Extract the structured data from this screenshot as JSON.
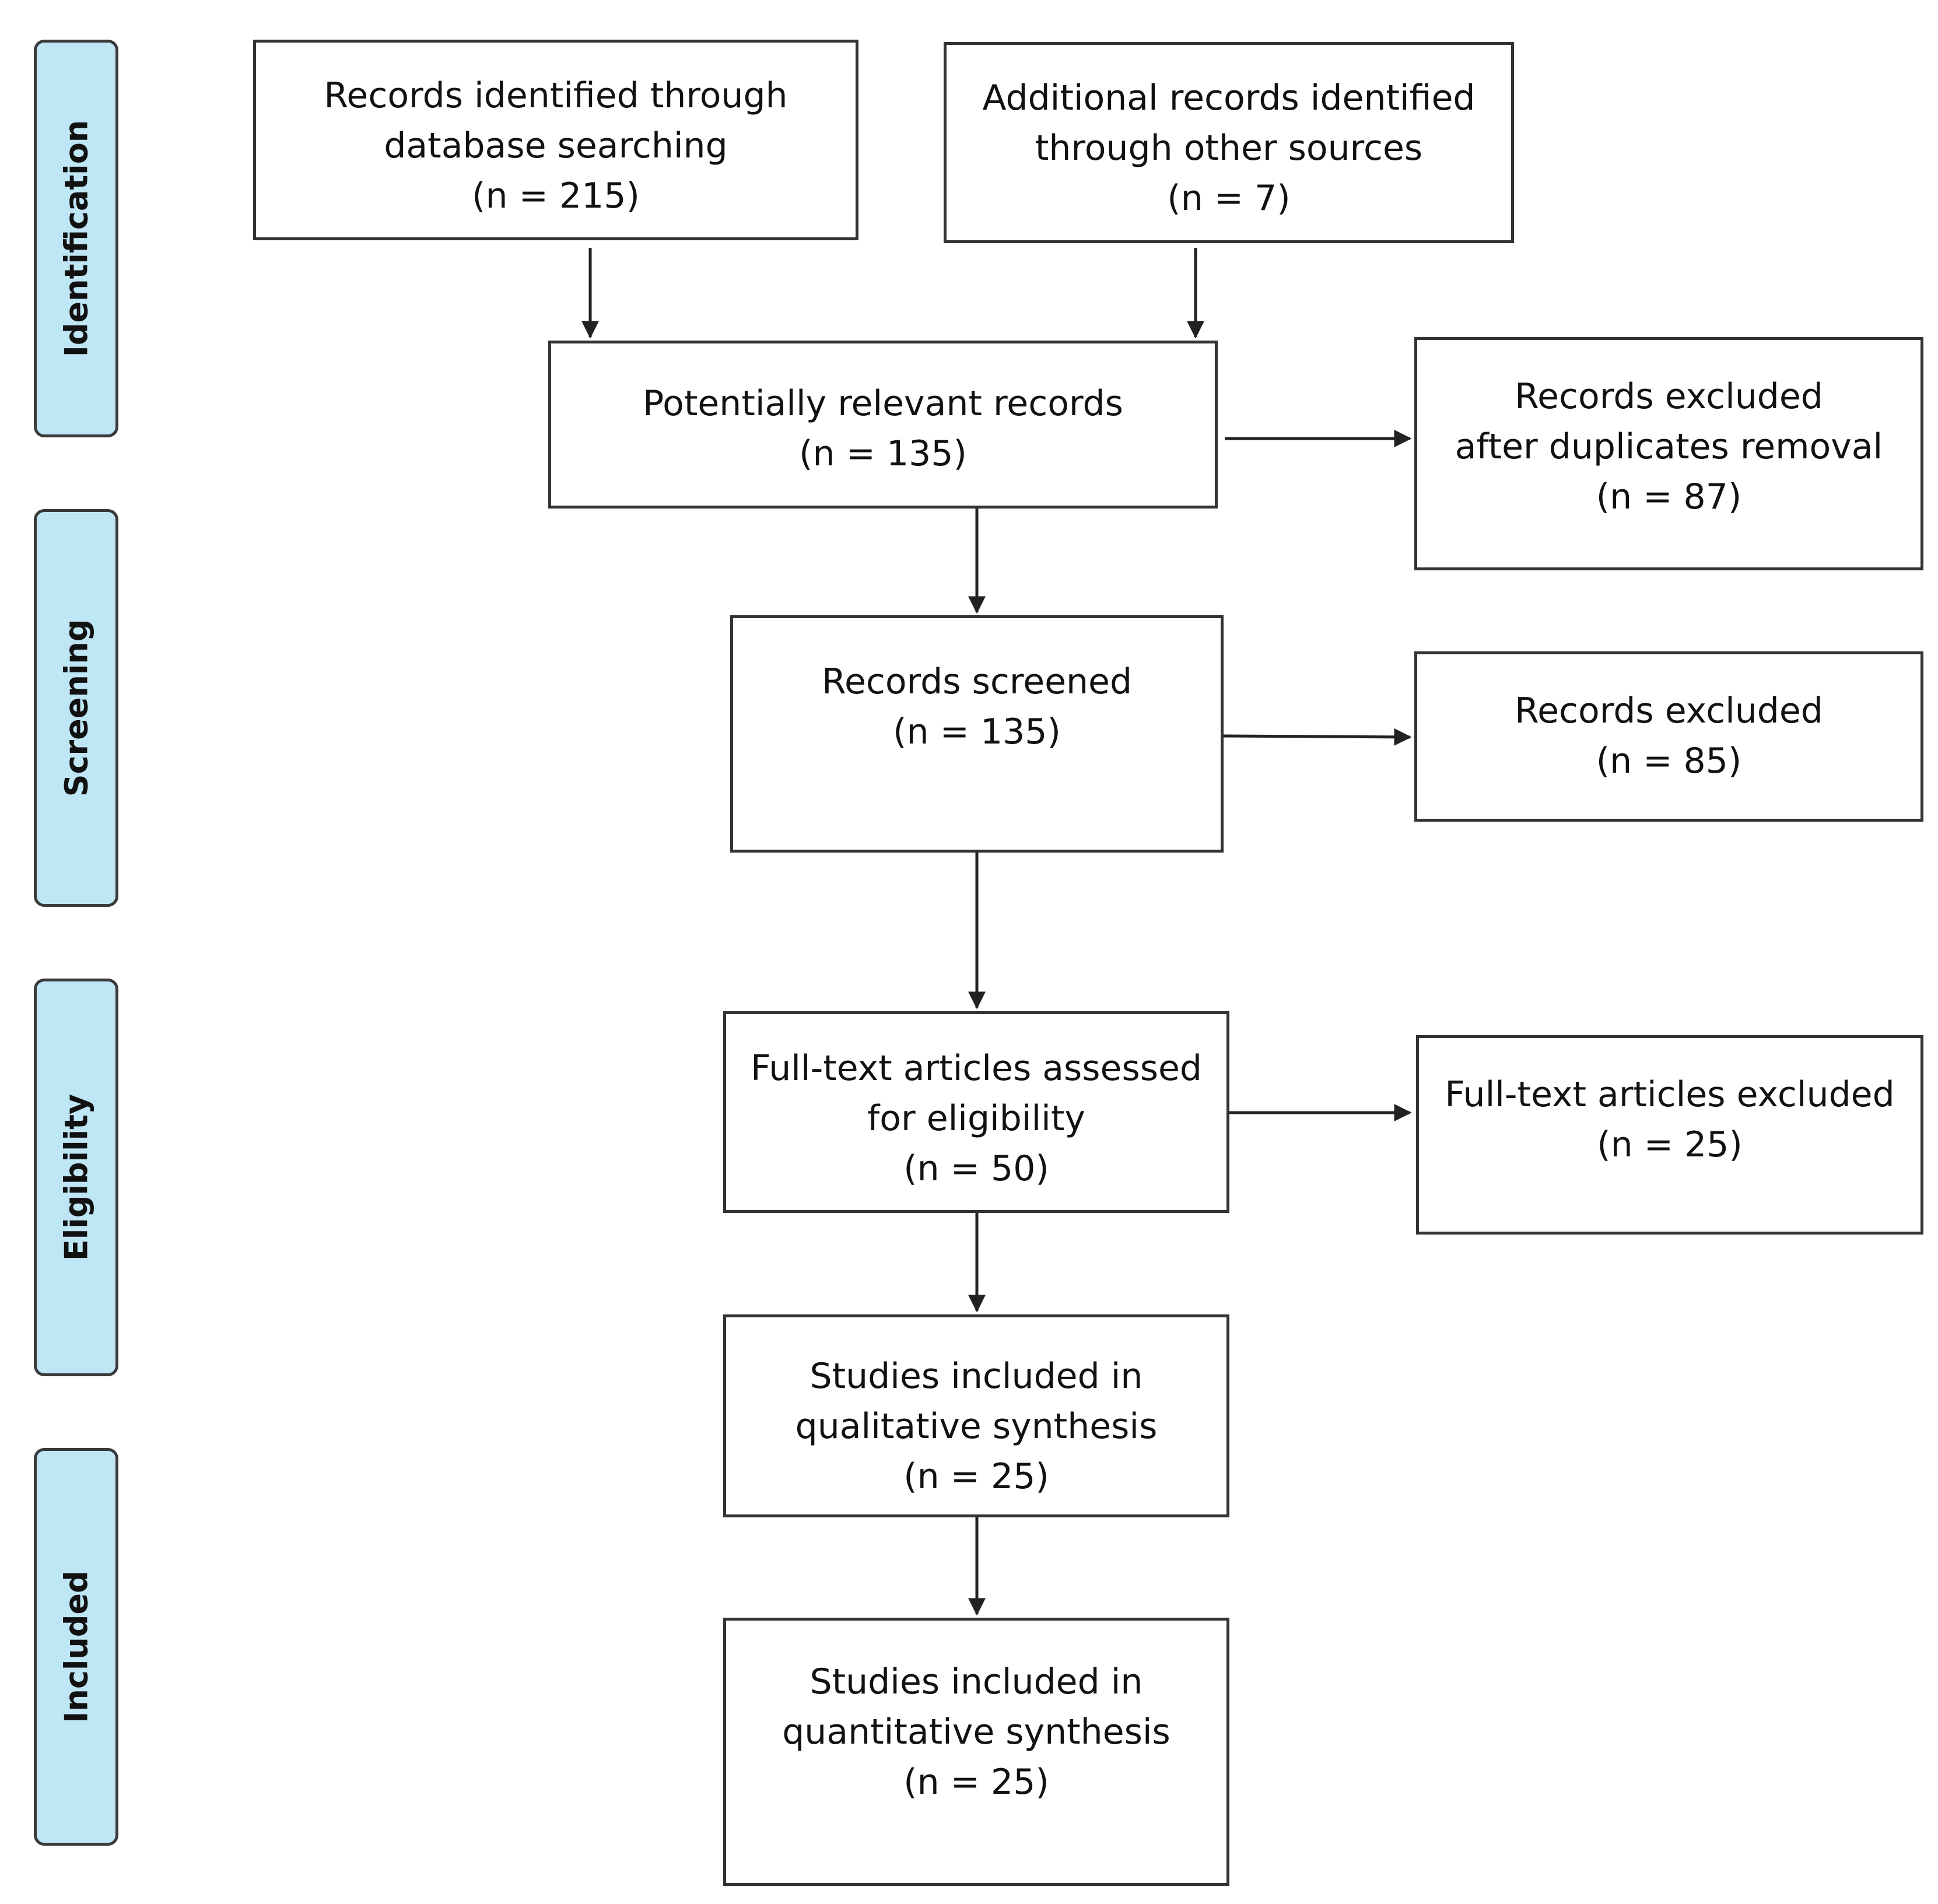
{
  "stages": [
    {
      "id": "identification",
      "label": "Identification"
    },
    {
      "id": "screening",
      "label": "Screening"
    },
    {
      "id": "eligibility",
      "label": "Eligibility"
    },
    {
      "id": "included",
      "label": "Included"
    }
  ],
  "boxes": {
    "database_search": {
      "title": "Records identified through",
      "subtitle": "database searching",
      "count": "(n =  215)"
    },
    "other_sources": {
      "title": "Additional records identified",
      "subtitle": "through other sources",
      "count": "(n = 7)"
    },
    "potentially_relevant": {
      "title": "Potentially relevant records",
      "subtitle": "",
      "count": "(n = 135)"
    },
    "duplicates_excluded": {
      "title": "Records excluded",
      "subtitle": "after duplicates removal",
      "count": "(n =   87)"
    },
    "records_screened": {
      "title": "Records screened",
      "subtitle": "",
      "count": "(n =   135)"
    },
    "records_excluded": {
      "title": "Records excluded",
      "subtitle": "",
      "count": "(n = 85)"
    },
    "fulltext_assessed": {
      "title": "Full-text articles assessed",
      "subtitle": "for eligibility",
      "count": "(n =   50)"
    },
    "fulltext_excluded": {
      "title": "Full-text articles excluded",
      "subtitle": "",
      "count": "(n =  25)"
    },
    "qualitative": {
      "title": "Studies included in",
      "subtitle": "qualitative synthesis",
      "count": "(n =   25)"
    },
    "quantitative": {
      "title": "Studies included in",
      "subtitle": "quantitative synthesis",
      "count": "(n =   25)"
    }
  },
  "colors": {
    "stage_fill": "#bfe6f5",
    "border": "#333333",
    "arrow": "#222222"
  }
}
